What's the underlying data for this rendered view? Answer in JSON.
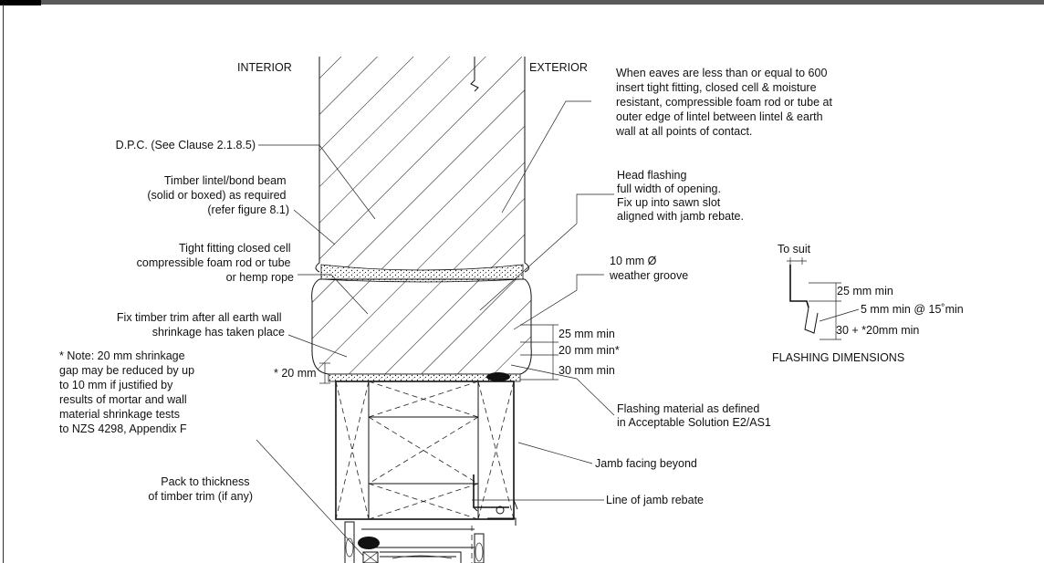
{
  "labels": {
    "interior": "INTERIOR",
    "exterior": "EXTERIOR",
    "eaves_note": [
      "When eaves are less than or equal to 600",
      "insert tight fitting, closed cell & moisture",
      "resistant, compressible foam rod or tube at",
      "outer edge of lintel between lintel & earth",
      "wall at all points of contact."
    ],
    "dpc": "D.P.C. (See Clause 2.1.8.5)",
    "lintel": [
      "Timber lintel/bond beam",
      "(solid or boxed) as required",
      "(refer figure 8.1)"
    ],
    "foam": [
      "Tight fitting closed cell",
      "compressible foam rod or tube",
      "or hemp rope"
    ],
    "trim": [
      "Fix timber trim after all earth wall",
      "shrinkage has taken place"
    ],
    "note": [
      "* Note: 20 mm shrinkage",
      "gap may be reduced by up",
      "to 10 mm if justified by",
      "results of mortar and wall",
      "material shrinkage tests",
      "to NZS 4298, Appendix F"
    ],
    "gap_dim": "* 20 mm",
    "pack": [
      "Pack to thickness",
      "of timber trim (if any)"
    ],
    "head_flashing": [
      "Head flashing",
      "full width of opening.",
      "Fix up into sawn slot",
      "aligned with jamb rebate."
    ],
    "groove": [
      "10 mm Ø",
      "weather groove"
    ],
    "dim_25": "25 mm min",
    "dim_20": "20 mm min*",
    "dim_30": "30 mm min",
    "flashing_material": [
      "Flashing material as defined",
      "in Acceptable Solution E2/AS1"
    ],
    "jamb_facing": "Jamb facing beyond",
    "jamb_rebate": "Line of jamb rebate",
    "to_suit": "To suit",
    "fd_25": "25 mm min",
    "fd_5": "5 mm min @ 15˚min",
    "fd_30": "30 + *20mm min",
    "flashing_dimensions": "FLASHING DIMENSIONS"
  }
}
